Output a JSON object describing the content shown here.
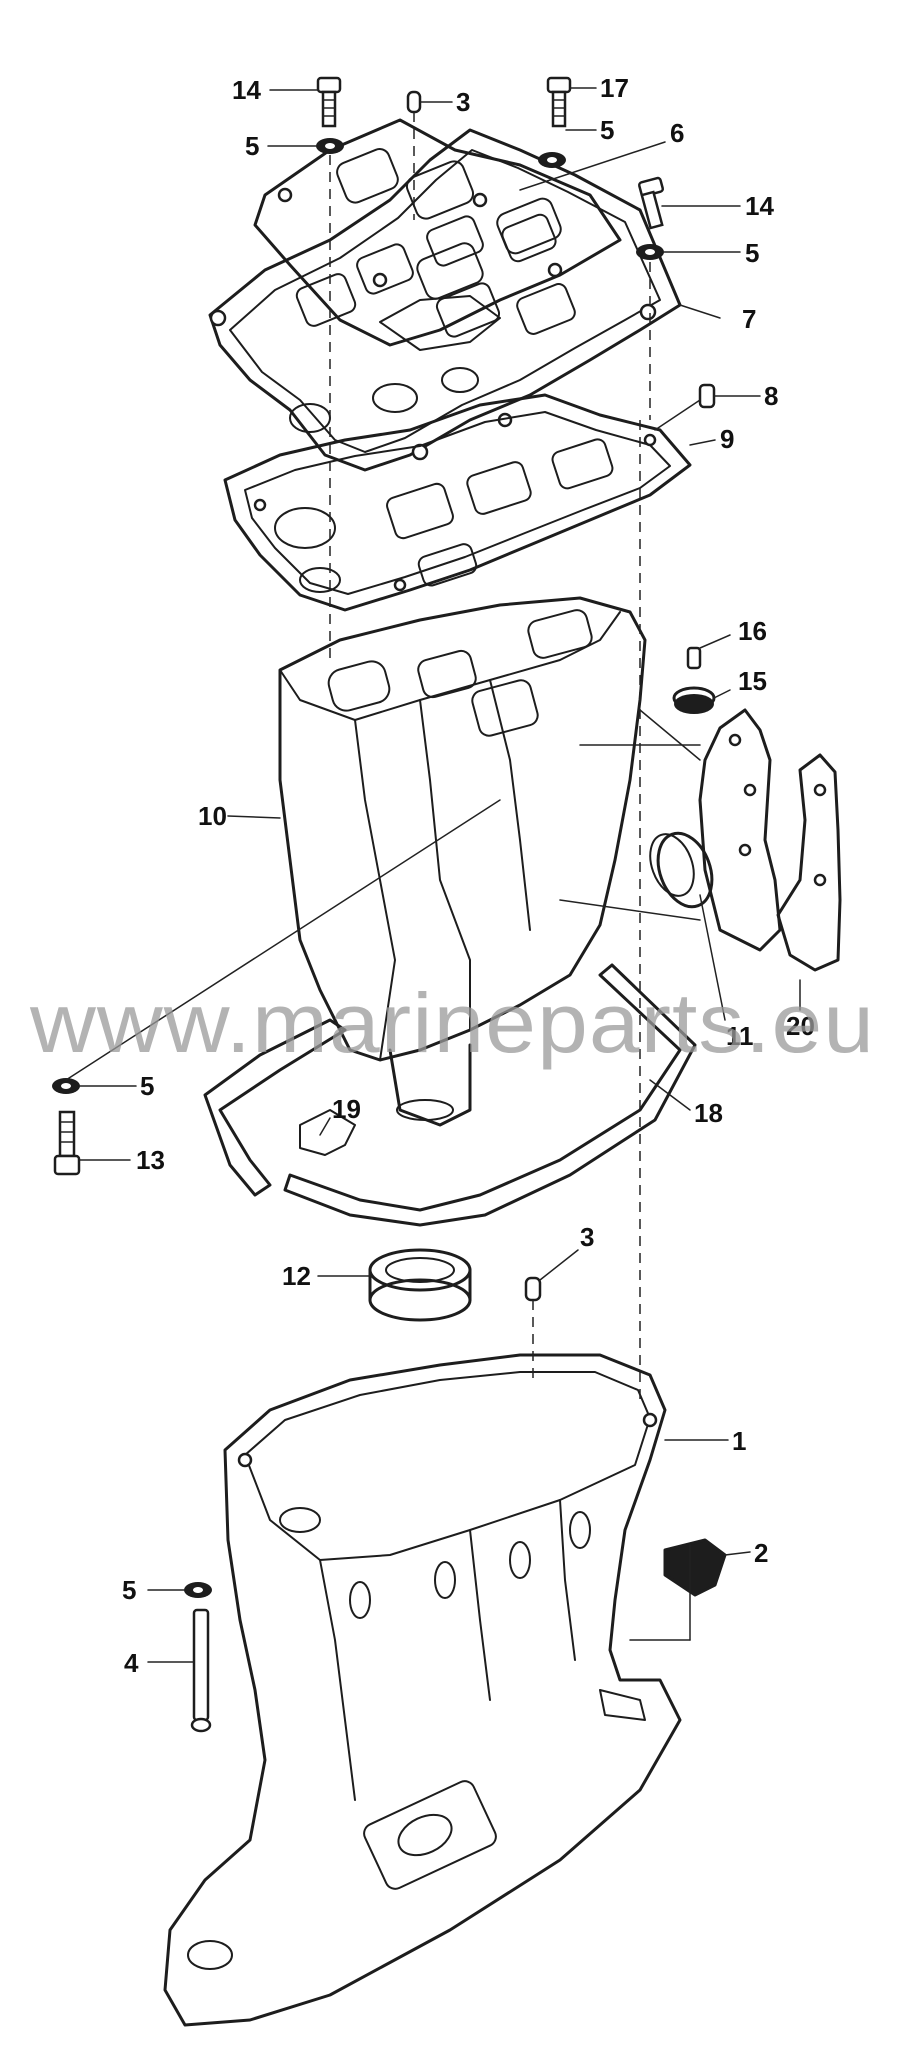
{
  "diagram": {
    "watermark": "www.marineparts.eu",
    "callouts": [
      {
        "id": "c14a",
        "label": "14"
      },
      {
        "id": "c3a",
        "label": "3"
      },
      {
        "id": "c17",
        "label": "17"
      },
      {
        "id": "c5a",
        "label": "5"
      },
      {
        "id": "c5b",
        "label": "5"
      },
      {
        "id": "c6",
        "label": "6"
      },
      {
        "id": "c14b",
        "label": "14"
      },
      {
        "id": "c5c",
        "label": "5"
      },
      {
        "id": "c7",
        "label": "7"
      },
      {
        "id": "c8",
        "label": "8"
      },
      {
        "id": "c9",
        "label": "9"
      },
      {
        "id": "c16",
        "label": "16"
      },
      {
        "id": "c15",
        "label": "15"
      },
      {
        "id": "c10",
        "label": "10"
      },
      {
        "id": "c11",
        "label": "11"
      },
      {
        "id": "c20",
        "label": "20"
      },
      {
        "id": "c5d",
        "label": "5"
      },
      {
        "id": "c18",
        "label": "18"
      },
      {
        "id": "c19",
        "label": "19"
      },
      {
        "id": "c13",
        "label": "13"
      },
      {
        "id": "c3b",
        "label": "3"
      },
      {
        "id": "c12",
        "label": "12"
      },
      {
        "id": "c1",
        "label": "1"
      },
      {
        "id": "c2",
        "label": "2"
      },
      {
        "id": "c5e",
        "label": "5"
      },
      {
        "id": "c4",
        "label": "4"
      }
    ]
  }
}
